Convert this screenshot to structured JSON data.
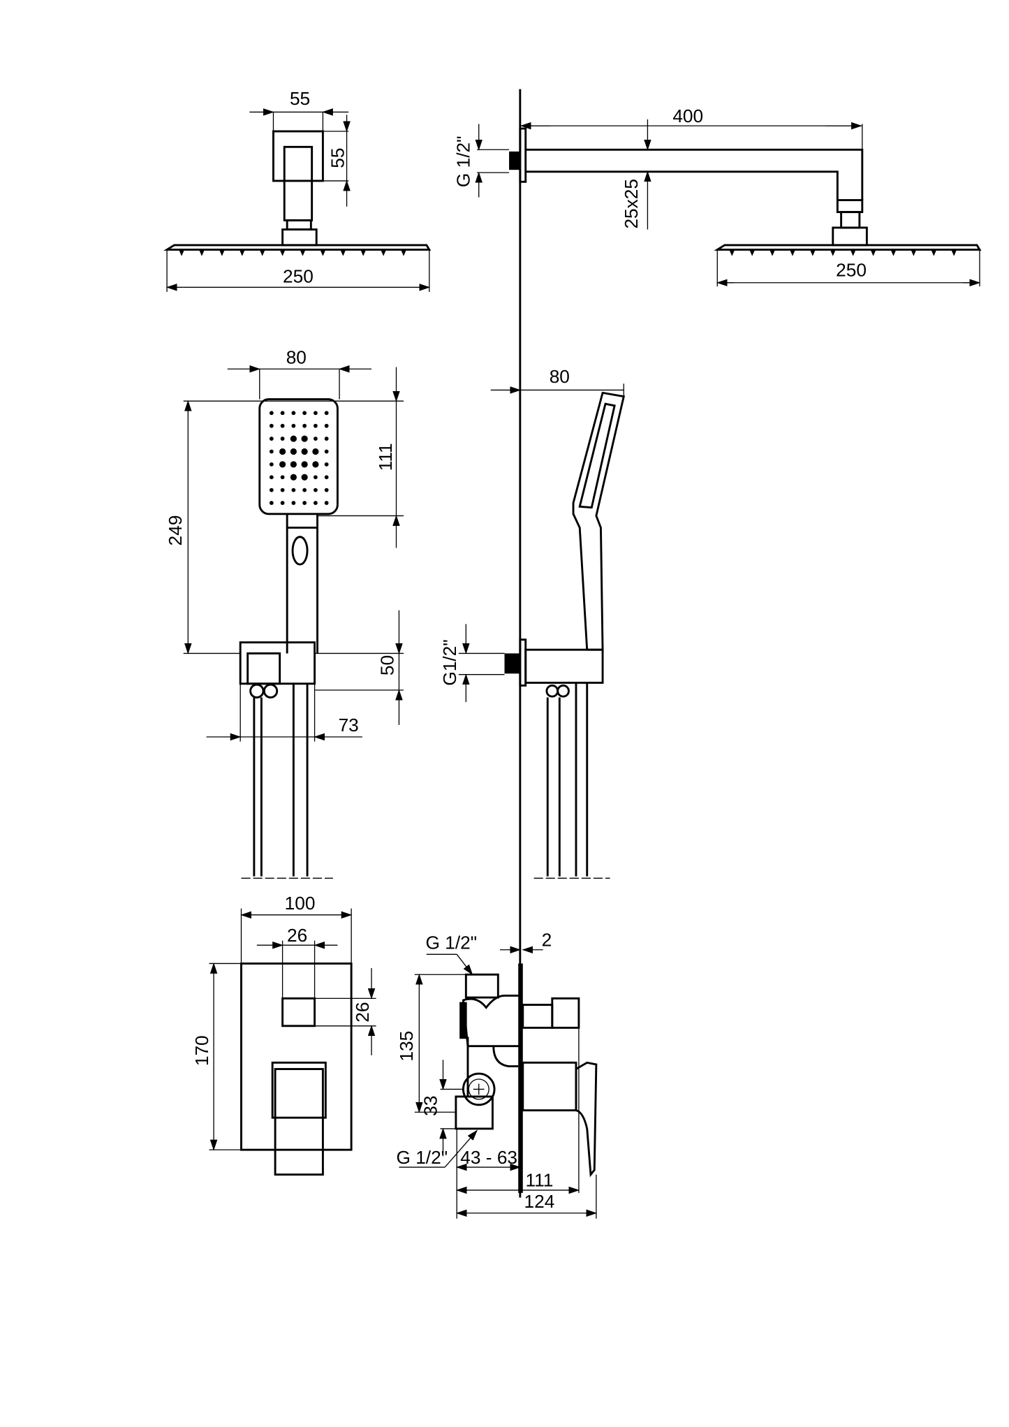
{
  "dimensions": {
    "top_left": {
      "wall_width": "55",
      "wall_height": "55",
      "head_width": "250"
    },
    "top_right": {
      "thread": "G 1/2\"",
      "arm_length": "400",
      "arm_section": "25x25",
      "head_width": "250"
    },
    "middle_left": {
      "handshower_width": "80",
      "head_height": "111",
      "total_height": "249",
      "holder_height": "50",
      "holder_offset": "73"
    },
    "middle_right": {
      "handshower_depth": "80",
      "thread": "G1/2\""
    },
    "bottom_left": {
      "plate_width": "100",
      "knob_width": "26",
      "knob_height": "26",
      "plate_height": "170"
    },
    "bottom_right": {
      "thread_top": "G 1/2\"",
      "plate_thickness": "2",
      "inlet_spacing": "135",
      "inlet_offset": "33",
      "thread_bottom": "G 1/2\"",
      "install_depth": "43 - 63",
      "depth_knob": "111",
      "depth_lever": "124"
    }
  }
}
